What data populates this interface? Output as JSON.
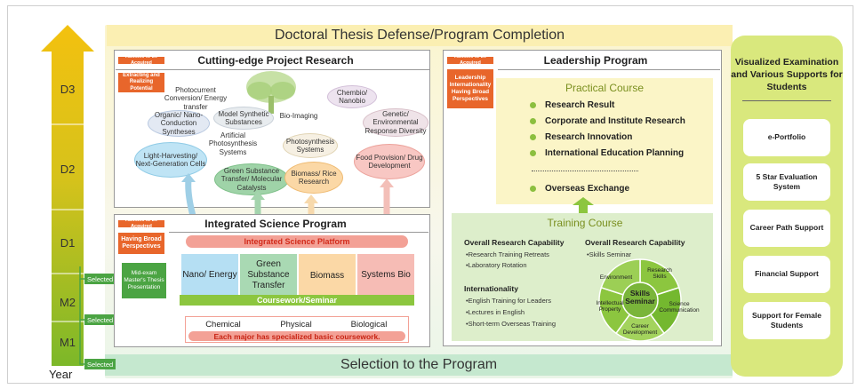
{
  "header": {
    "title": "Doctoral Thesis Defense/Program Completion"
  },
  "footer": {
    "selection": "Selection to the Program"
  },
  "year_axis": {
    "label": "Year",
    "segments": [
      "D3",
      "D2",
      "D1",
      "M2",
      "M1"
    ],
    "selected_tags": [
      "Selected",
      "Selected",
      "Selected"
    ]
  },
  "project": {
    "title": "Cutting-edge Project Research",
    "ability_tag": "Abilities to be Acquired",
    "ability": "Extracting and Realizing Potential",
    "topics": [
      "Photocurrent Conversion/ Energy transfer",
      "Organic/ Nano-Conduction Syntheses",
      "Model Synthetic Substances",
      "Bio-Imaging",
      "Chembio/ Nanobio",
      "Genetic/ Environmental Response Diversity",
      "Artificial Photosynthesis Systems",
      "Photosynthesis Systems",
      "Light-Harvesting/ Next-Generation Cells",
      "Green Substance Transfer/ Molecular Catalysts",
      "Biomass/ Rice Research",
      "Food Provision/ Drug Development"
    ]
  },
  "isp": {
    "title": "Integrated Science Program",
    "ability_tag": "Abilities to be Acquired",
    "ability": "Having Broad Perspectives",
    "platform": "Integrated Science Platform",
    "areas": [
      "Nano/ Energy",
      "Green Substance Transfer",
      "Biomass",
      "Systems Bio"
    ],
    "coursework": "Coursework/Seminar",
    "majors": [
      "Chemical",
      "Physical",
      "Biological"
    ],
    "major_note": "Each major has specialized basic coursework.",
    "midexam": "Mid-exam Master's Thesis Presentation"
  },
  "leadership": {
    "title": "Leadership Program",
    "ability_tag": "Abilities to be Acquired",
    "ability": "Leadership Internationality Having Broad Perspectives",
    "practical_title": "Practical Course",
    "practical_items": [
      "Research Result",
      "Corporate and Institute Research",
      "Research Innovation",
      "International Education Planning"
    ],
    "overseas": "Overseas Exchange",
    "training_title": "Training Course",
    "col1_heading": "Overall Research Capability",
    "col1_items": [
      "•Research Training Retreats",
      "•Laboratory Rotation"
    ],
    "col1_heading2": "Internationality",
    "col1_items2": [
      "•English Training for Leaders",
      "•Lectures in English",
      "•Short-term Overseas Training"
    ],
    "col2_heading": "Overall Research Capability",
    "col2_items": [
      "•Skills Seminar"
    ],
    "skills_center": "Skills Seminar",
    "skills": [
      "Research Skills",
      "Science Communication",
      "Career Development",
      "Intellectual Property",
      "Environment"
    ]
  },
  "support": {
    "title": "Visualized Examination and Various Supports for Students",
    "items": [
      "e-Portfolio",
      "5 Star Evaluation System",
      "Career Path Support",
      "Financial Support",
      "Support for Female Students"
    ]
  },
  "colors": {
    "arrow_top": "#f2bf0e",
    "arrow_bottom": "#7cb829",
    "orange": "#e8662b",
    "green": "#4ba443",
    "platform": "#f29e8b",
    "support_panel": "#d9e87d"
  }
}
